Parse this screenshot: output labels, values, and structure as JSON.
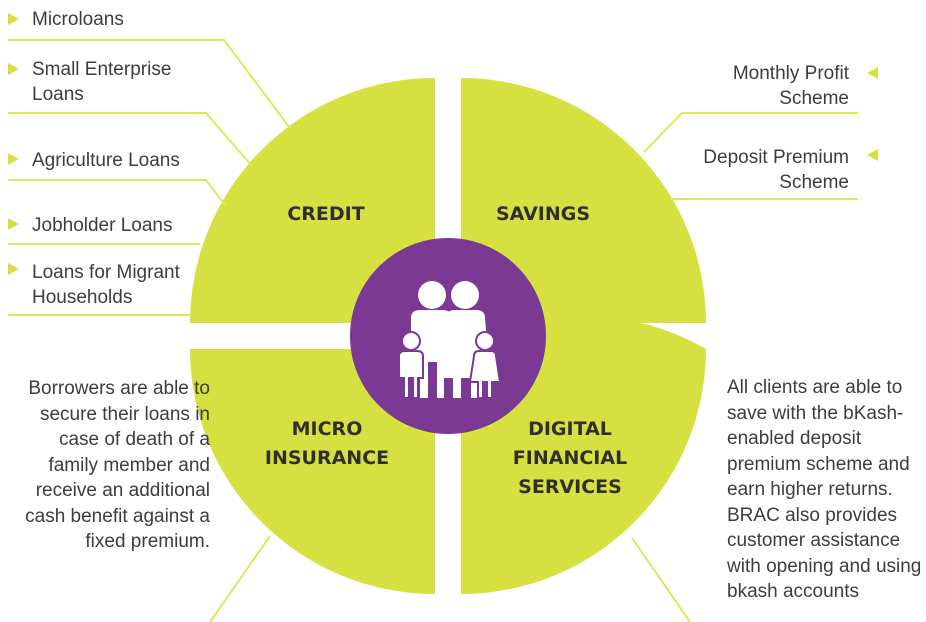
{
  "colors": {
    "accent": "#d6e040",
    "line": "#dfe85a",
    "center": "#7a3a94"
  },
  "segments": {
    "credit": "CREDIT",
    "savings": "SAVINGS",
    "micro_insurance": [
      "MICRO",
      "INSURANCE"
    ],
    "digital": [
      "DIGITAL",
      "FINANCIAL",
      "SERVICES"
    ]
  },
  "credit_items": [
    {
      "label": "Microloans"
    },
    {
      "label": "Small Enterprise\nLoans"
    },
    {
      "label": "Agriculture Loans"
    },
    {
      "label": "Jobholder Loans"
    },
    {
      "label": "Loans for Migrant\nHouseholds"
    }
  ],
  "savings_items": [
    {
      "label": "Monthly Profit\nScheme"
    },
    {
      "label": "Deposit Premium\nScheme"
    }
  ],
  "insurance_text": "Borrowers are able to secure their loans in case of death of a family member and receive an additional cash benefit against a fixed premium.",
  "digital_text": "All clients are able to save with the bKash-enabled deposit premium scheme and earn higher returns. BRAC also provides customer assistance with opening and using bkash accounts",
  "center_icon": "family-icon"
}
